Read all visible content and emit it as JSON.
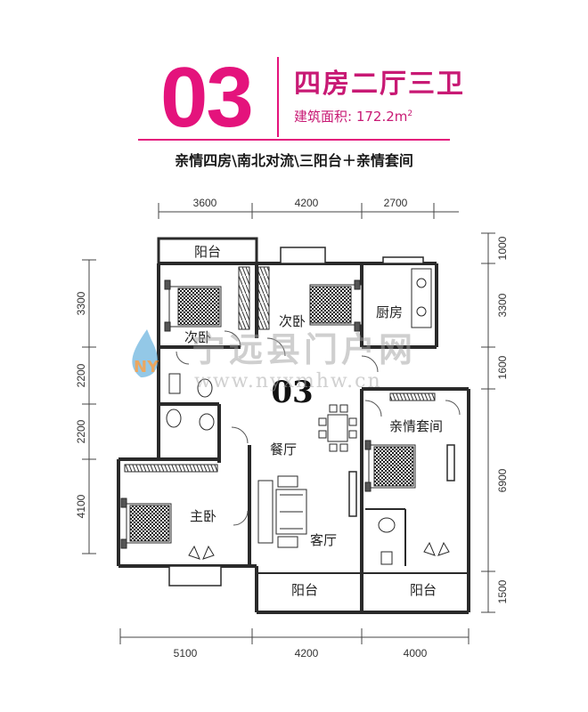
{
  "header": {
    "unit_number": "03",
    "layout_title": "四房二厅三卫",
    "area_label": "建筑面积: 172.2m",
    "area_sup": "2",
    "tagline": "亲情四房\\南北对流\\三阳台＋亲情套间"
  },
  "plan": {
    "center_label": "03",
    "rooms": {
      "balcony_top": "阳台",
      "second_bedroom_left": "次卧",
      "second_bedroom_right": "次卧",
      "kitchen": "厨房",
      "dining": "餐厅",
      "family_suite": "亲情套间",
      "master_bedroom": "主卧",
      "living": "客厅",
      "balcony_bottom_left": "阳台",
      "balcony_bottom_right": "阳台"
    },
    "dims_top": [
      "3600",
      "4200",
      "2700"
    ],
    "dims_bottom": [
      "5100",
      "4200",
      "4000"
    ],
    "dims_left": [
      "3300",
      "2200",
      "2200",
      "4100"
    ],
    "dims_right": [
      "1000",
      "3300",
      "1600",
      "6900",
      "1500"
    ]
  },
  "watermark": {
    "cn": "宁远县门户网",
    "url": "www.nyxmhw.cn",
    "logo": "NY"
  },
  "colors": {
    "accent": "#e4137c",
    "wall": "#2a2a2a"
  }
}
